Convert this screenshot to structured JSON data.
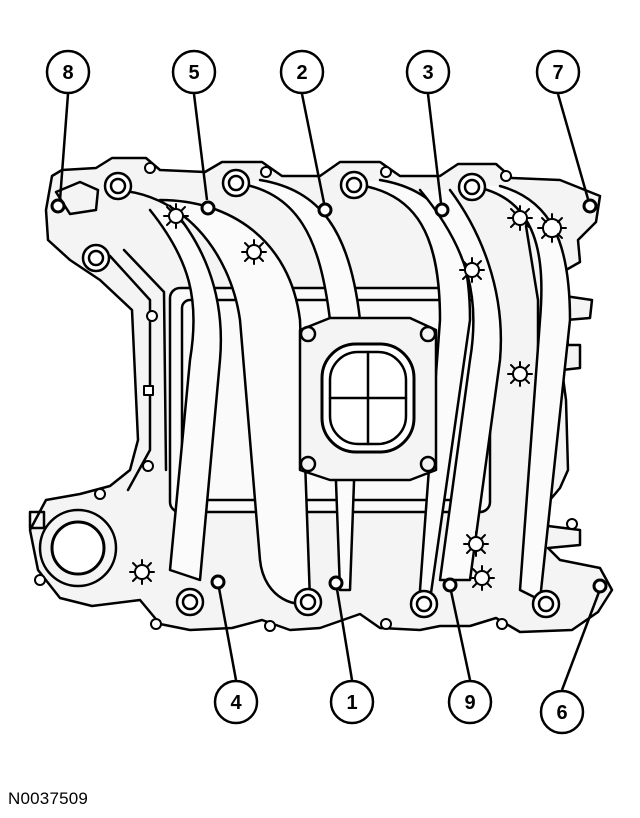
{
  "callouts": {
    "c1": "1",
    "c2": "2",
    "c3": "3",
    "c4": "4",
    "c5": "5",
    "c6": "6",
    "c7": "7",
    "c8": "8",
    "c9": "9"
  },
  "reference_code": "N0037509",
  "colors": {
    "line": "#000000",
    "background": "#ffffff",
    "part_fill": "#f2f2f2"
  }
}
